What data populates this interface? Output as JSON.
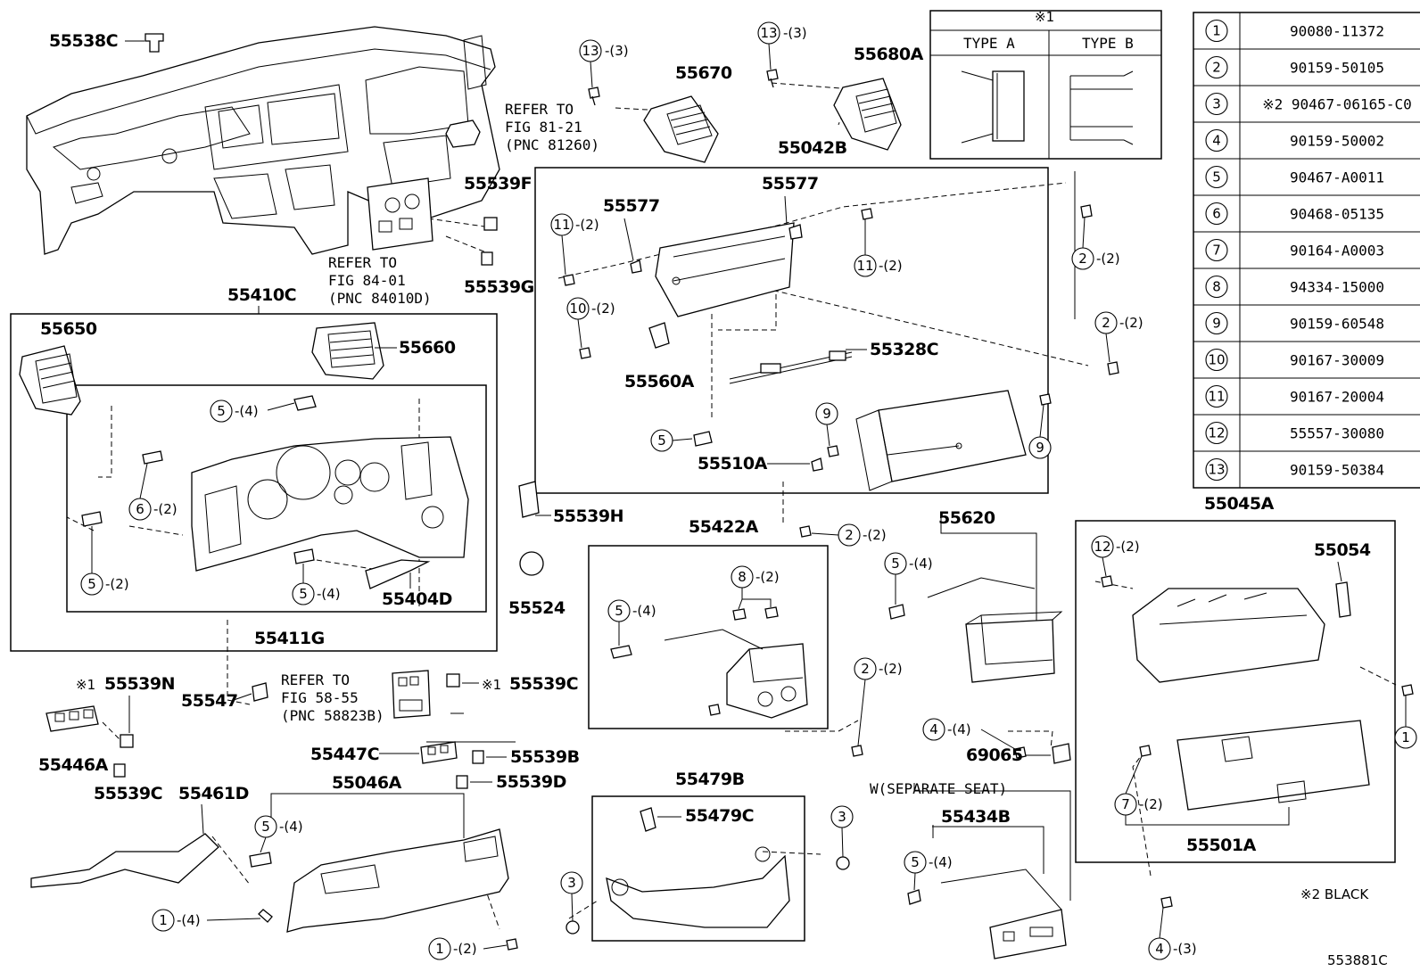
{
  "labels": {
    "p55538C": "55538C",
    "p55670": "55670",
    "p55680A": "55680A",
    "p55042B": "55042B",
    "p55577a": "55577",
    "p55577b": "55577",
    "p55539F": "55539F",
    "p55539G": "55539G",
    "p55410C": "55410C",
    "p55650": "55650",
    "p55660": "55660",
    "p55560A": "55560A",
    "p55328C": "55328C",
    "p55510A": "55510A",
    "p55539H": "55539H",
    "p55524": "55524",
    "p55404D": "55404D",
    "p55411G": "55411G",
    "p55422A": "55422A",
    "p55620": "55620",
    "p55045A": "55045A",
    "p55054": "55054",
    "p55539N": "55539N",
    "p55547": "55547",
    "p55539C_top": "55539C",
    "p55446A": "55446A",
    "p55539C_bot": "55539C",
    "p55447C": "55447C",
    "p55539B": "55539B",
    "p55539D": "55539D",
    "p55461D": "55461D",
    "p55046A": "55046A",
    "p55479B": "55479B",
    "p55479C": "55479C",
    "p55434B": "55434B",
    "p69065": "69065",
    "p55501A": "55501A"
  },
  "refer": {
    "r1_l1": "REFER TO",
    "r1_l2": "FIG 81-21",
    "r1_l3": "(PNC 81260)",
    "r2_l1": "REFER TO",
    "r2_l2": "FIG 84-01",
    "r2_l3": "(PNC 84010D)",
    "r3_l1": "REFER TO",
    "r3_l2": "FIG 58-55",
    "r3_l3": "(PNC 58823B)"
  },
  "notes": {
    "mark1": "※1",
    "type_a": "TYPE A",
    "type_b": "TYPE B",
    "mark1_n": "※1",
    "mark1_c": "※1",
    "w_separate": "W(SEPARATE SEAT)",
    "black_note": "※2 BLACK",
    "figure_id": "553881C"
  },
  "callouts": {
    "c13a_n": "13",
    "c13a_q": "-(3)",
    "c13b_n": "13",
    "c13b_q": "-(3)",
    "c11a_n": "11",
    "c11a_q": "-(2)",
    "c11b_n": "11",
    "c11b_q": "-(2)",
    "c10_n": "10",
    "c10_q": "-(2)",
    "c2a_n": "2",
    "c2a_q": "-(2)",
    "c2b_n": "2",
    "c2b_q": "-(2)",
    "c9a_n": "9",
    "c9b_n": "9",
    "c5a_n": "5",
    "c2c_n": "2",
    "c2c_q": "-(2)",
    "c5b_n": "5",
    "c5b_q": "-(4)",
    "c6_n": "6",
    "c6_q": "-(2)",
    "c5c_n": "5",
    "c5c_q": "-(2)",
    "c5d_n": "5",
    "c5d_q": "-(4)",
    "c8_n": "8",
    "c8_q": "-(2)",
    "c5e_n": "5",
    "c5e_q": "-(4)",
    "c5f_n": "5",
    "c5f_q": "-(4)",
    "c12_n": "12",
    "c12_q": "-(2)",
    "c2d_n": "2",
    "c2d_q": "-(2)",
    "c4a_n": "4",
    "c4a_q": "-(4)",
    "c1a_n": "1",
    "c7_n": "7",
    "c7_q": "-(2)",
    "c5g_n": "5",
    "c5g_q": "-(4)",
    "c1b_n": "1",
    "c1b_q": "-(4)",
    "c1c_n": "1",
    "c1c_q": "-(2)",
    "c3a_n": "3",
    "c3b_n": "3",
    "c5h_n": "5",
    "c5h_q": "-(4)",
    "c4b_n": "4",
    "c4b_q": "-(3)"
  },
  "parts_table": [
    {
      "no": "1",
      "part": "90080-11372"
    },
    {
      "no": "2",
      "part": "90159-50105"
    },
    {
      "no": "3",
      "part": "※2 90467-06165-C0"
    },
    {
      "no": "4",
      "part": "90159-50002"
    },
    {
      "no": "5",
      "part": "90467-A0011"
    },
    {
      "no": "6",
      "part": "90468-05135"
    },
    {
      "no": "7",
      "part": "90164-A0003"
    },
    {
      "no": "8",
      "part": "94334-15000"
    },
    {
      "no": "9",
      "part": "90159-60548"
    },
    {
      "no": "10",
      "part": "90167-30009"
    },
    {
      "no": "11",
      "part": "90167-20004"
    },
    {
      "no": "12",
      "part": "55557-30080"
    },
    {
      "no": "13",
      "part": "90159-50384"
    }
  ]
}
